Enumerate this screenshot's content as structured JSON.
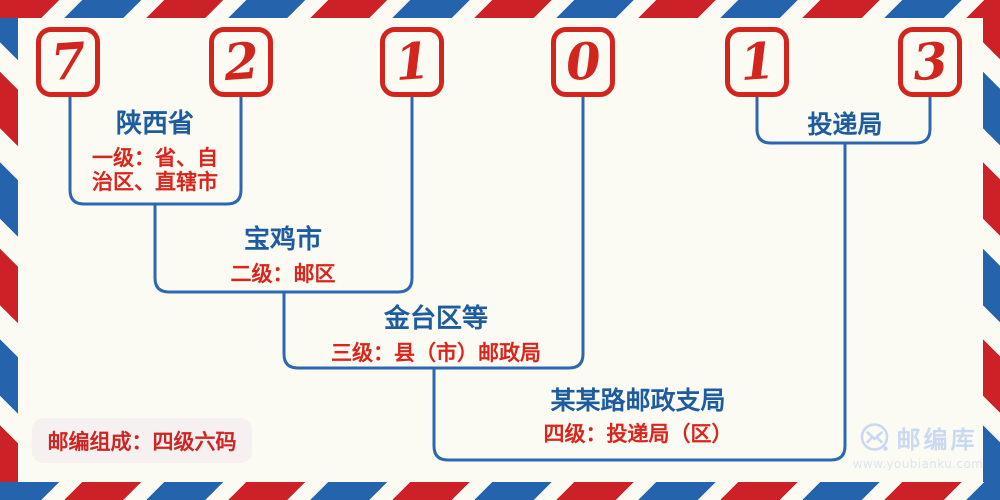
{
  "postal_code": {
    "digits": [
      "7",
      "2",
      "1",
      "0",
      "1",
      "3"
    ]
  },
  "levels": [
    {
      "name": "陕西省",
      "desc": "一级：省、自\n治区、直辖市"
    },
    {
      "name": "宝鸡市",
      "desc": "二级：邮区"
    },
    {
      "name": "金台区等",
      "desc": "三级：县（市）邮政局"
    },
    {
      "name": "某某路邮政支局",
      "desc": "四级：投递局（区）"
    }
  ],
  "delivery_label": "投递局",
  "footer": {
    "composition": "邮编组成：四级六码"
  },
  "watermark": {
    "brand": "邮编库",
    "url": "www.youbianku.com",
    "icon": "envelope-circle-icon"
  },
  "colors": {
    "stripe_red": "#cc2127",
    "stripe_blue": "#2563ac",
    "digit_red": "#d1251e",
    "line_blue": "#2b68b0",
    "heading_blue": "#1d5c9e",
    "desc_red": "#da251d",
    "badge_bg": "#f6f1f0",
    "watermark_blue": "#cbd9f0",
    "background": "#fbfbf4"
  }
}
